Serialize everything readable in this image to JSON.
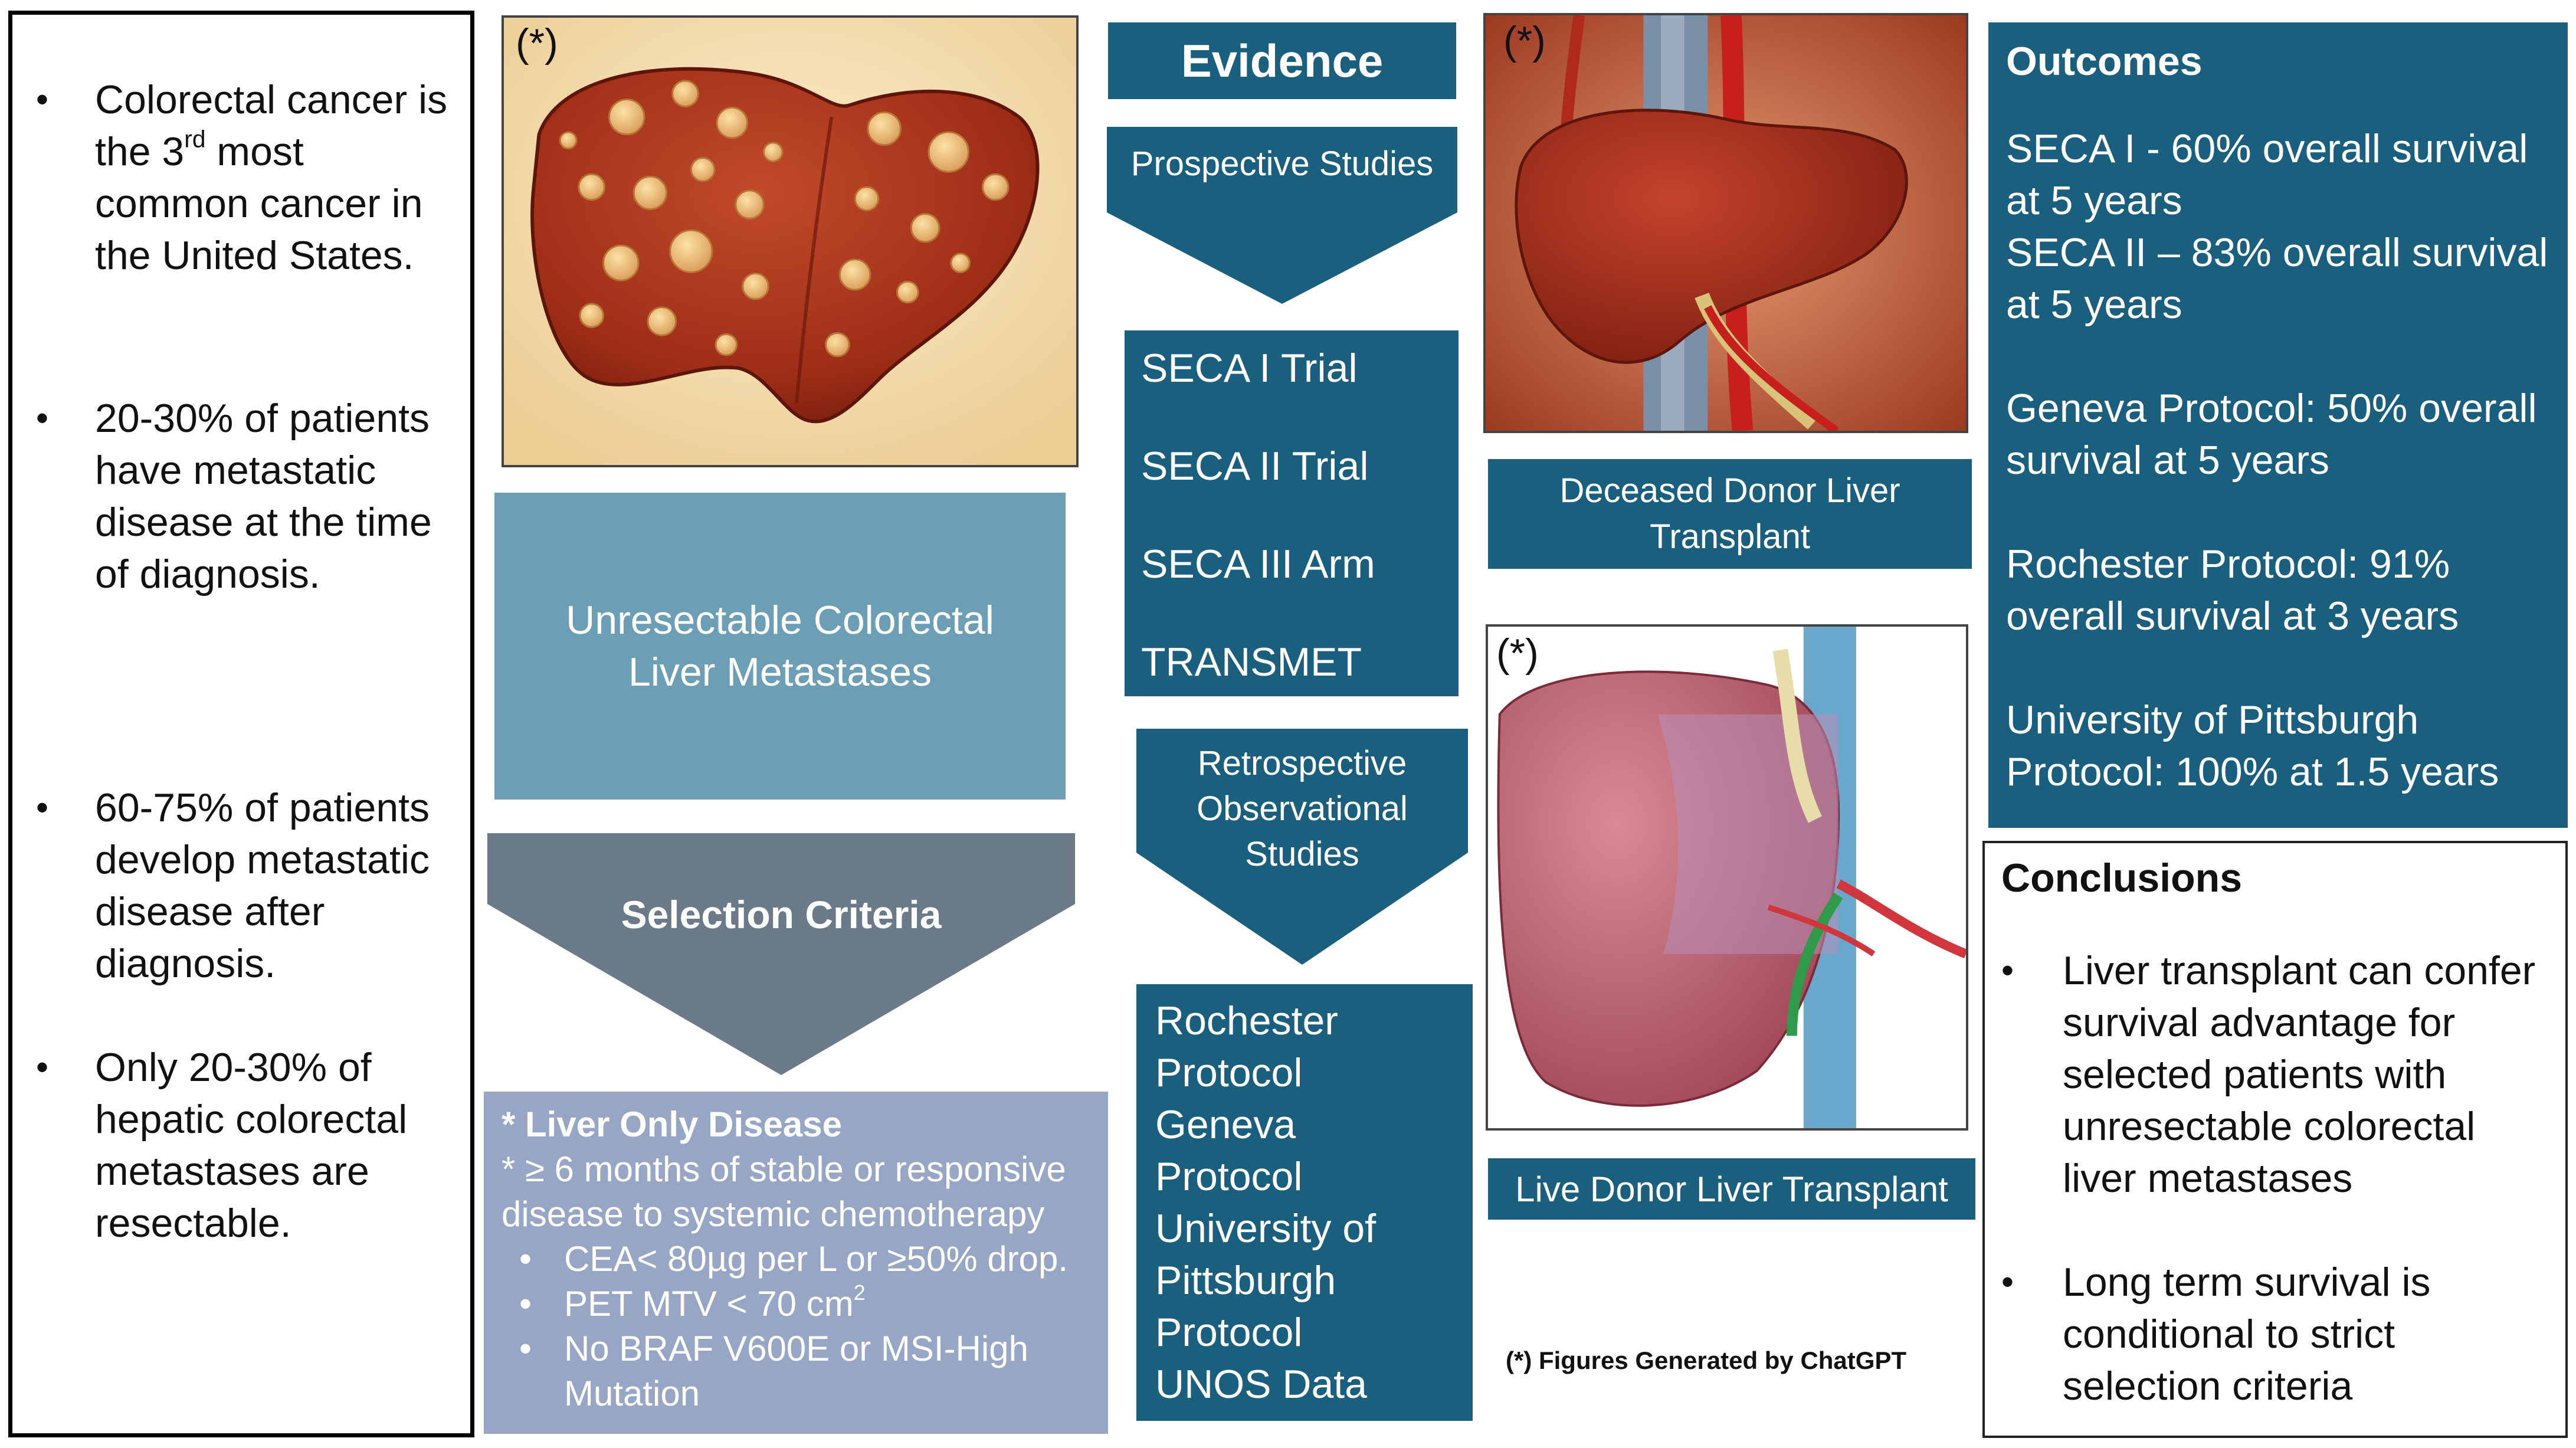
{
  "left_facts": [
    {
      "pre": "Colorectal cancer is the 3",
      "sup": "rd",
      "post": " most common cancer in the United States."
    },
    {
      "text": "20-30% of patients have metastatic disease at the time of diagnosis."
    },
    {
      "text": "60-75% of patients develop metastatic disease after diagnosis."
    },
    {
      "text": "Only 20-30% of hepatic colorectal metastases are resectable."
    }
  ],
  "bullet_char": "•",
  "image_marker": "(*)",
  "unresectable_label": "Unresectable Colorectal Liver Metastases",
  "selection_label": "Selection Criteria",
  "criteria": {
    "heading": "* Liver Only Disease",
    "line2": "* ≥ 6 months of stable or responsive disease to systemic chemotherapy",
    "bullets": [
      {
        "text": "CEA< 80µg per L or ≥50% drop."
      },
      {
        "pre": "PET MTV < 70 cm",
        "sup": "2"
      },
      {
        "text": "No BRAF V600E or MSI-High Mutation"
      }
    ]
  },
  "evidence_label": "Evidence",
  "prospective_label": "Prospective Studies",
  "trials": [
    "SECA I Trial",
    "SECA II Trial",
    "SECA III Arm",
    "TRANSMET Trial"
  ],
  "retrospective_label": "Retrospective Observational Studies",
  "protocols": [
    "Rochester Protocol",
    "Geneva Protocol",
    "University of Pittsburgh Protocol",
    "UNOS Data"
  ],
  "deceased_label": "Deceased Donor Liver Transplant",
  "live_label": "Live Donor Liver Transplant",
  "footnote": "(*)  Figures Generated by ChatGPT",
  "outcomes": {
    "title": "Outcomes",
    "seca1": "SECA I - 60% overall survival at 5 years",
    "seca2": "SECA II – 83% overall survival at 5 years",
    "geneva": "Geneva Protocol: 50% overall survival at 5 years",
    "rochester": "Rochester Protocol: 91% overall survival at 3 years",
    "pittsburgh": "University of Pittsburgh Protocol: 100% at 1.5 years"
  },
  "conclusions": {
    "title": "Conclusions",
    "items": [
      "Liver transplant can confer survival advantage for selected patients with unresectable colorectal liver metastases",
      "Long term survival is conditional to strict selection criteria"
    ]
  },
  "colors": {
    "teal_dark": "#1b5f7e",
    "teal_light": "#6c9fb5",
    "slate": "#6b7a88",
    "lavender": "#97a6c4"
  }
}
